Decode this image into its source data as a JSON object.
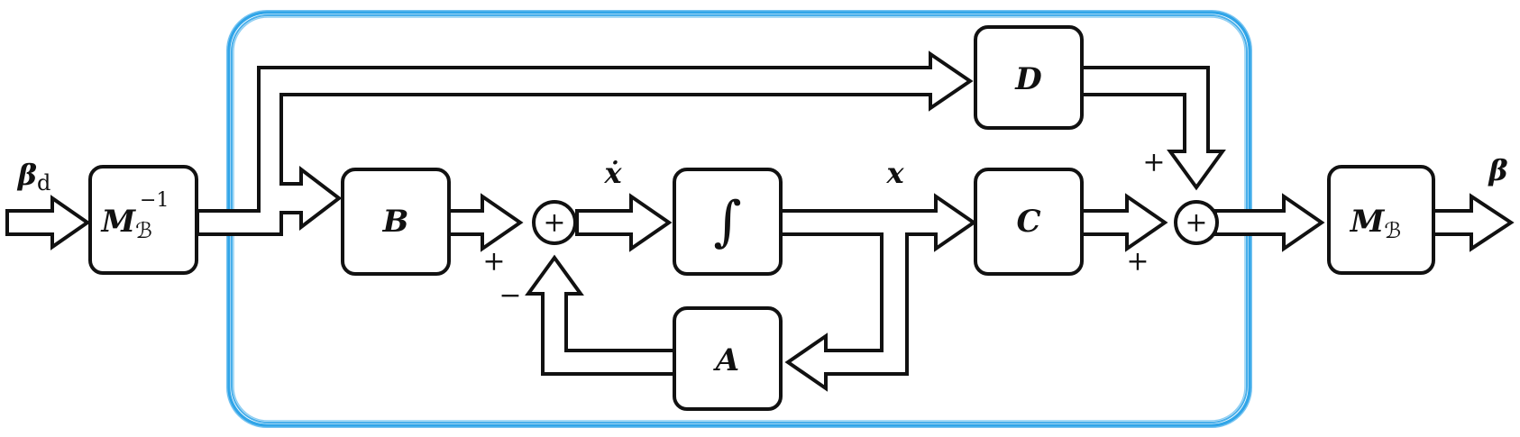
{
  "colors": {
    "boundary": "#1a9be6",
    "stroke": "#111111",
    "fill": "#ffffff"
  },
  "signals": {
    "input_symbol": "β",
    "input_subscript": "d",
    "output_symbol": "β",
    "state_derivative": "ẋ",
    "state": "x"
  },
  "blocks": {
    "minv_main": "M",
    "minv_sub": "ℬ",
    "minv_sup": "−1",
    "b": "B",
    "integrator": "∫",
    "c": "C",
    "d": "D",
    "a": "A",
    "m_main": "M",
    "m_sub": "ℬ"
  },
  "sum_junctions": {
    "left_symbol": "+",
    "right_symbol": "+"
  },
  "signs": {
    "left_sum_top": "+",
    "left_sum_bottom": "−",
    "right_sum_top": "+",
    "right_sum_bottom": "+"
  }
}
